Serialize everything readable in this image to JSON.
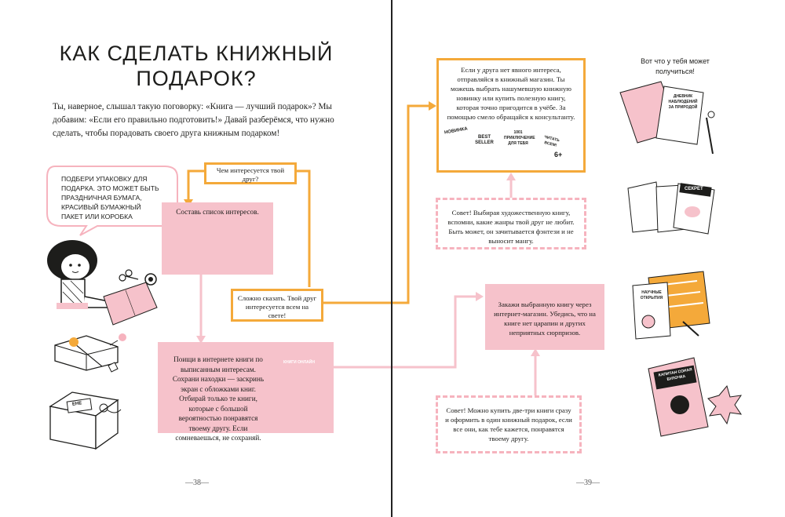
{
  "page": {
    "title": "КАК СДЕЛАТЬ КНИЖНЫЙ ПОДАРОК?",
    "intro": "Ты, наверное, слышал такую поговорку: «Книга — лучший подарок»? Мы добавим: «Если его правильно подготовить!» Давай разберёмся, что нужно сделать, чтобы порадовать своего друга книжным подарком!",
    "page_left": "—38—",
    "page_right": "—39—"
  },
  "colors": {
    "accent_orange": "#f4a93a",
    "accent_pink": "#f6c2cb",
    "dashed_pink": "#f6b3be"
  },
  "flow": {
    "question": "Чем интересуется твой друг?",
    "make_list": "Составь список интересов.",
    "hard_to_say": "Сложно сказать. Твой друг интересуется всем на свете!",
    "search_online": "Поищи в интернете книги по выписанным интересам. Сохрани находки — заскринь экран с обложками книг. Отбирай только те книги, которые с большой вероятностью понравятся твоему другу. Если сомневаешься, не сохраняй.",
    "bookstore": "Если у друга нет явного интереса, отправляйся в книжный магазин. Ты можешь выбрать нашумевшую книжную новинку или купить полезную книгу, которая точно пригодится в учёбе. За помощью смело обращайся к консультанту.",
    "tip_fiction": "Совет! Выбирая художественную книгу, вспомни, какие жанры твой друг не любит. Быть может, он зачитывается фэнтези и не выносит мангу.",
    "order_online": "Закажи выбранную книгу через интернет-магазин. Убедись, что на книге нет царапин и других неприятных сюрпризов.",
    "tip_several": "Совет! Можно купить две-три книги сразу и оформить в один книжный подарок, если все они, как тебе кажется, понравятся твоему другу."
  },
  "speech": "ПОДБЕРИ УПАКОВКУ ДЛЯ ПОДАРКА. ЭТО МОЖЕТ БЫТЬ ПРАЗДНИЧНАЯ БУМАГА, КРАСИВЫЙ БУМАЖНЫЙ ПАКЕТ ИЛИ КОРОБКА",
  "sidebar": {
    "title": "Вот что у тебя может получиться!"
  },
  "illustration_labels": {
    "novelty": "НОВИНКА",
    "bestseller": "BEST SELLER",
    "book1001": "1001 ПРИКЛЮЧЕНИЕ ДЛЯ ТЕБЯ",
    "read_all": "ЧИТАТЬ ВСЕМ!",
    "age": "6+",
    "phone_header": "КНИГИ ОНЛАЙН",
    "diary": "ДНЕВНИК НАБЛЮДЕНИЙ ЗА ПРИРОДОЙ",
    "discoveries": "НАУЧНЫЕ ОТКРЫТИЯ",
    "secret": "СЕКРЕТ",
    "comics": "КАПИТАН СОНАЯ БУЛОЧКА",
    "box_tag": "ЕНЕ"
  }
}
